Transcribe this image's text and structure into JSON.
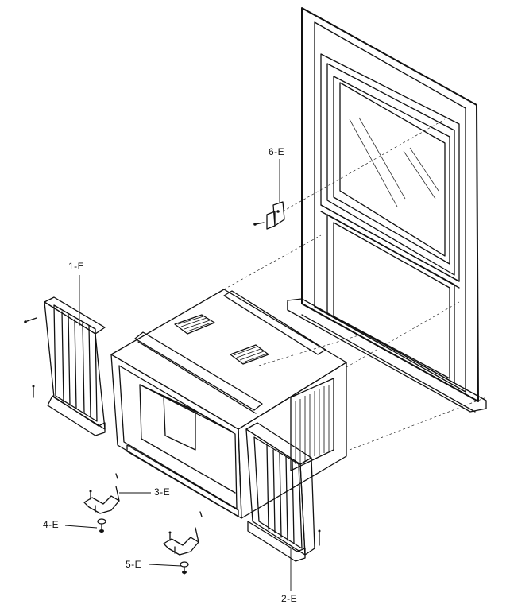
{
  "diagram": {
    "parts": [
      {
        "id": "1-E"
      },
      {
        "id": "2-E"
      },
      {
        "id": "3-E"
      },
      {
        "id": "4-E"
      },
      {
        "id": "5-E"
      },
      {
        "id": "6-E"
      }
    ]
  }
}
